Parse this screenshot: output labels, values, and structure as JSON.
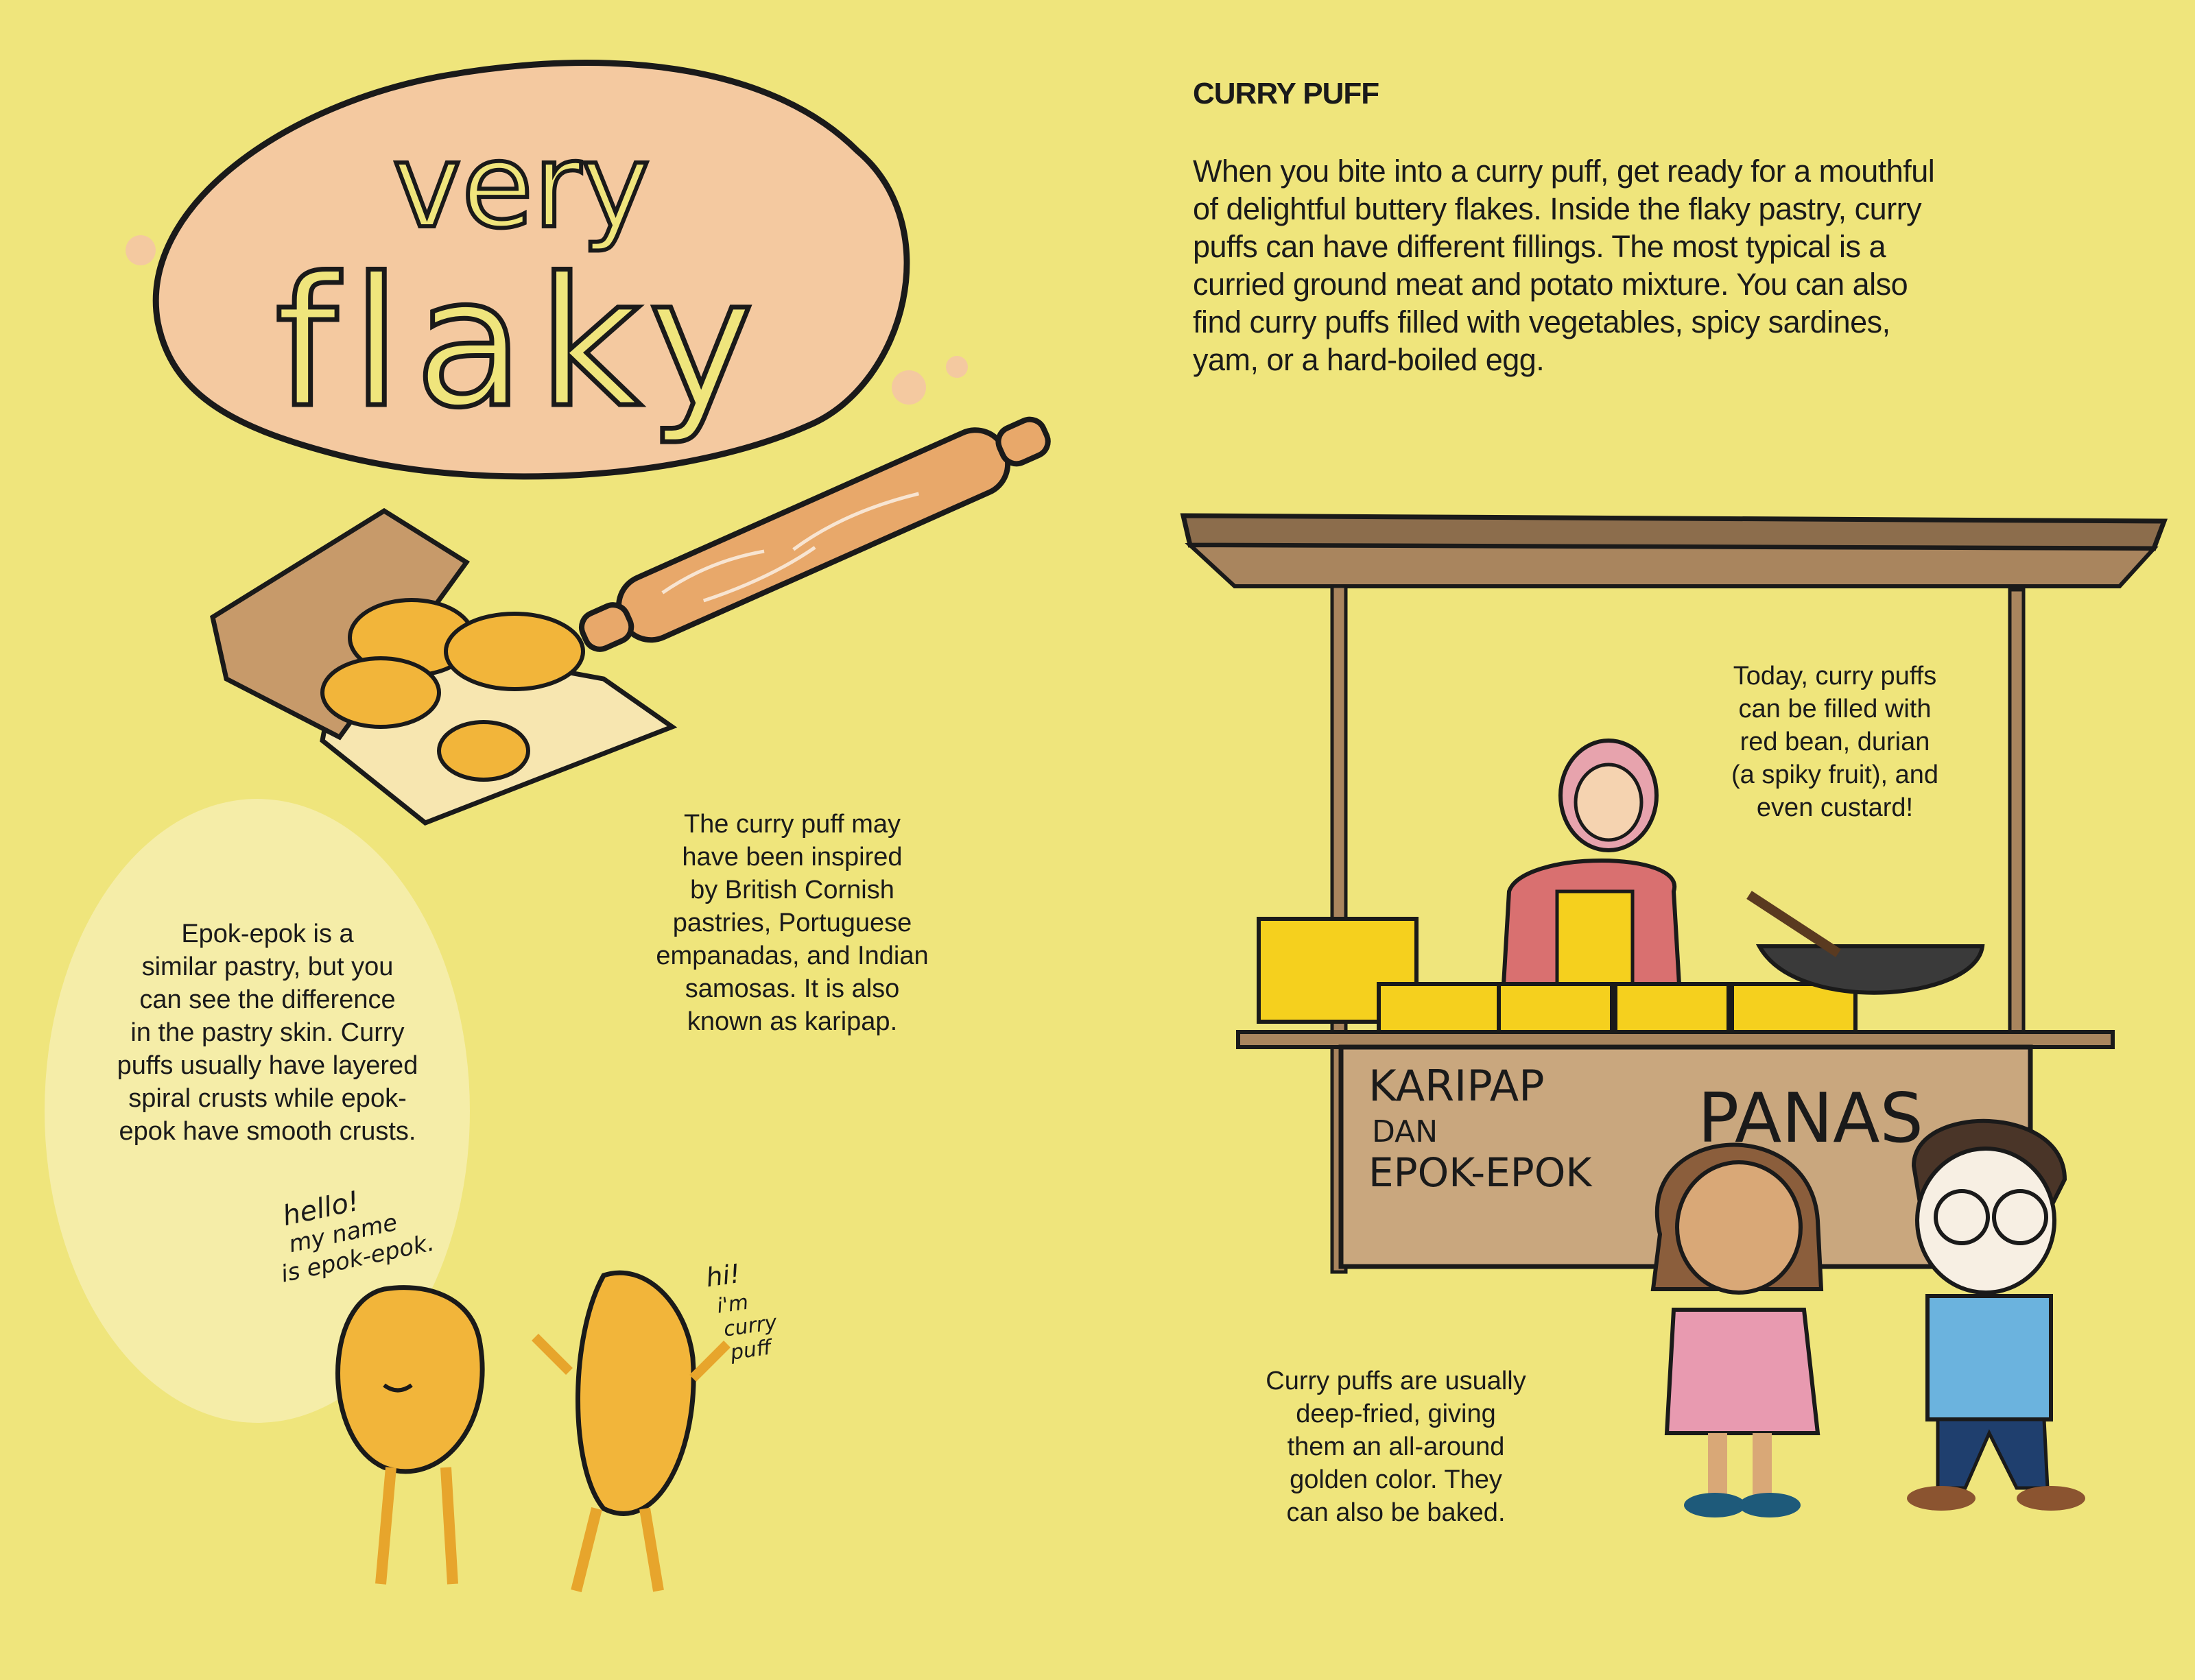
{
  "heading": "CURRY PUFF",
  "intro": "When you bite into a curry puff, get ready for a mouthful\nof delightful buttery flakes. Inside the flaky pastry, curry\npuffs can have different fillings. The most typical is a\ncurried ground meat and potato mixture. You can also\nfind curry puffs filled with vegetables, spicy sardines,\nyam, or a hard-boiled egg.",
  "captions": {
    "origin": "The curry puff may\nhave been inspired\nby British Cornish\npastries, Portuguese\nempanadas, and Indian\nsamosas. It is also\nknown as karipap.",
    "epok": "Epok-epok is a\nsimilar pastry, but you\ncan see the difference\nin the pastry skin. Curry\npuffs usually have layered\nspiral crusts while epok-\nepok have smooth crusts.",
    "fillings": "Today, curry puffs\ncan be filled with\nred bean, durian\n(a spiky fruit), and\neven custard!",
    "cooking": "Curry puffs are usually\ndeep-fried, giving\nthem an all-around\ngolden color. They\ncan also be baked."
  },
  "illustration": {
    "bubble_word1": "very",
    "bubble_word2": "flaky",
    "epok_speech": [
      "hello!",
      "my name",
      "is epok-epok."
    ],
    "puff_speech": [
      "hi!",
      "i'm",
      "curry",
      "puff"
    ],
    "sign_left": [
      "KARIPAP",
      "DAN",
      "EPOK-EPOK"
    ],
    "sign_right": "PANAS"
  },
  "colors": {
    "background": "#EFE57C",
    "bubble": "#F4C9A0",
    "pastry": "#F2B53A",
    "stall": "#C9A77E",
    "roof": "#8C6D4C"
  }
}
